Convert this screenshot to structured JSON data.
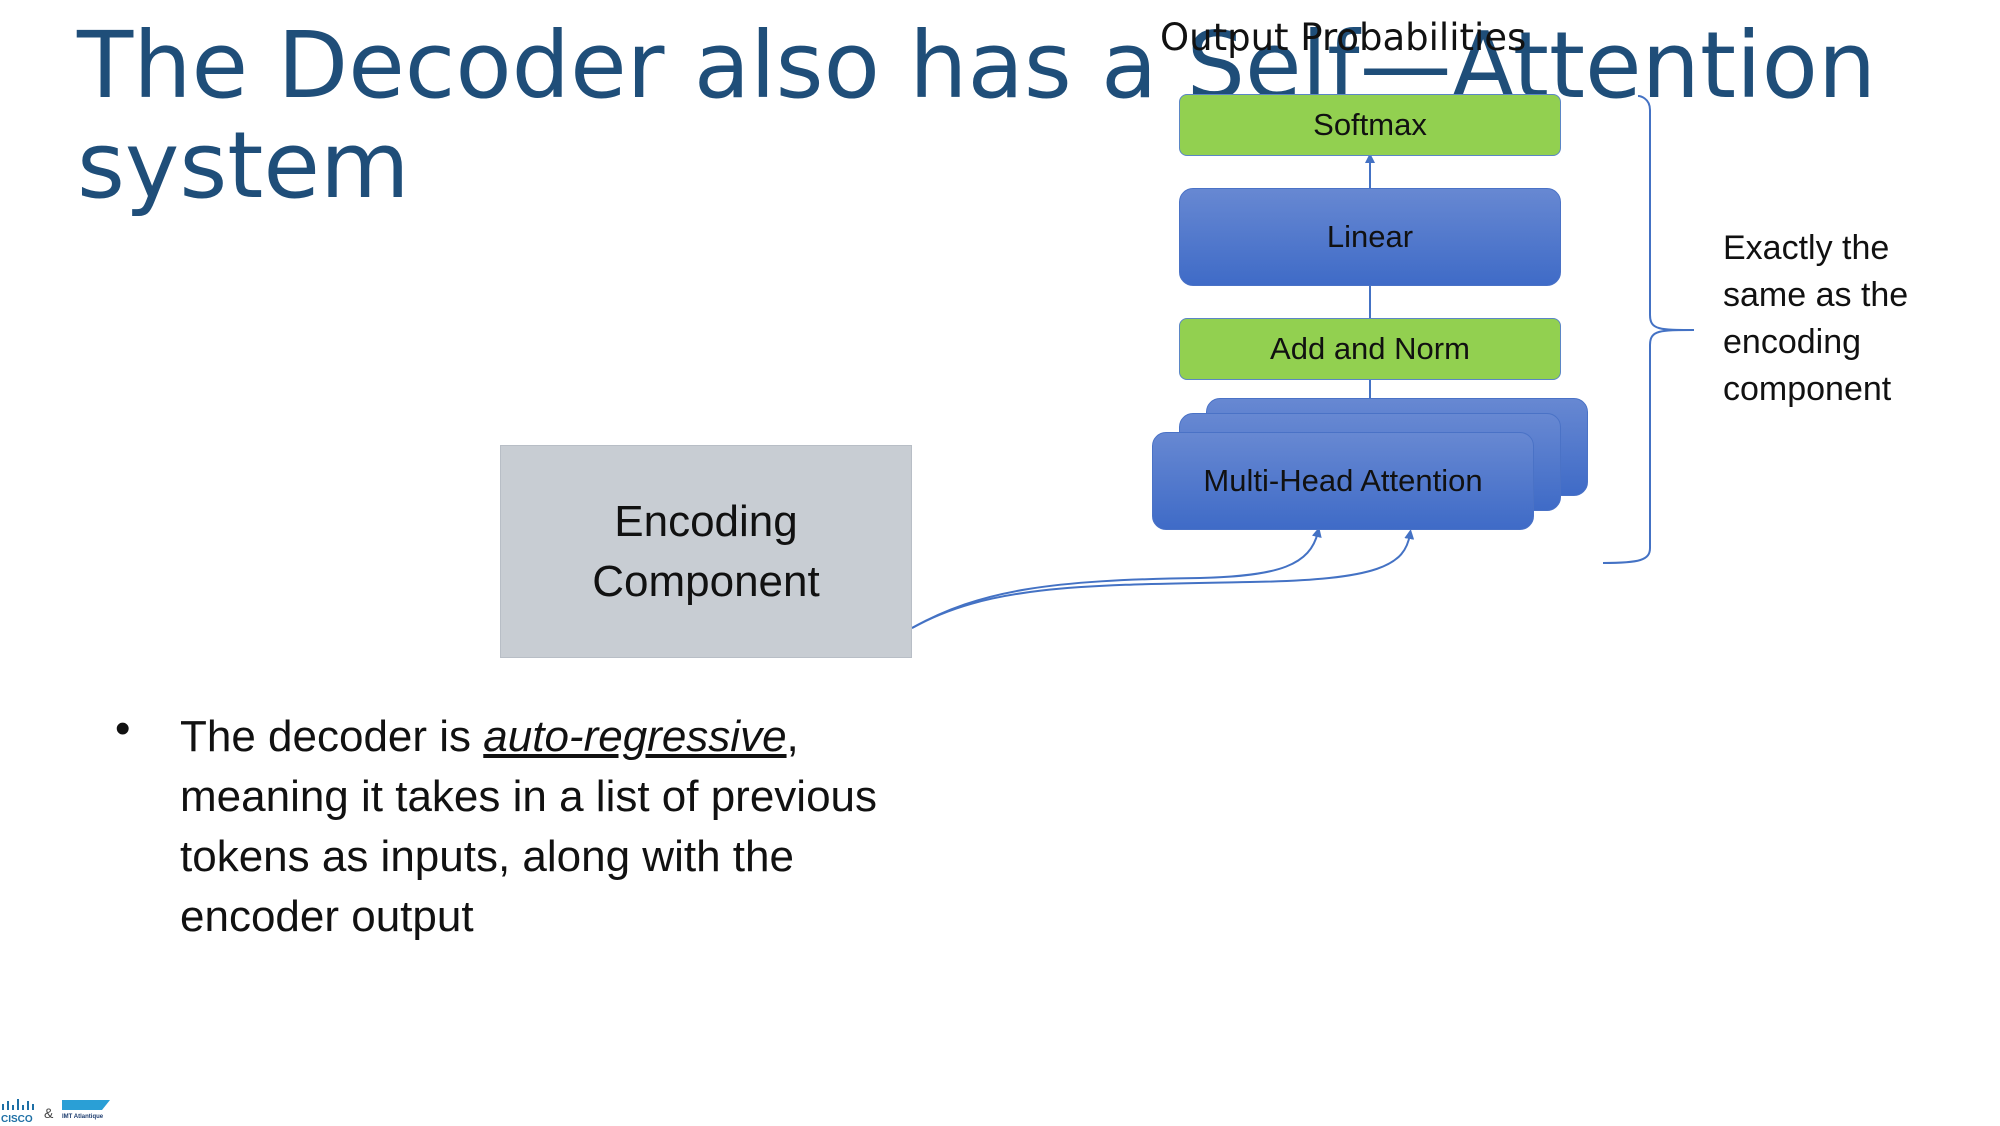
{
  "slide": {
    "title_line1": "The Decoder also has a Self—Attention",
    "title_line2": "system"
  },
  "diagram": {
    "output_label": "Output Probabilities",
    "softmax_label": "Softmax",
    "linear_label": "Linear",
    "add_norm_label": "Add and Norm",
    "mha_label": "Multi-Head Attention",
    "encoding_line1": "Encoding",
    "encoding_line2": "Component",
    "brace_note": "Exactly the same as the encoding component"
  },
  "body": {
    "bullet_symbol": "•",
    "text_before": "The decoder is ",
    "emphasis": "auto-regressive",
    "text_after": ", meaning it takes in a list of previous tokens as inputs, along with the encoder output"
  },
  "footer": {
    "logo_amp": "&",
    "logo_cisco": "CISCO",
    "logo_imt": "IMT Atlantique"
  },
  "colors": {
    "title": "#1f4e79",
    "green_box": "#92d050",
    "blue_box": "#4472c4",
    "encoding_box": "#c8cdd3",
    "connector": "#4472c4"
  }
}
